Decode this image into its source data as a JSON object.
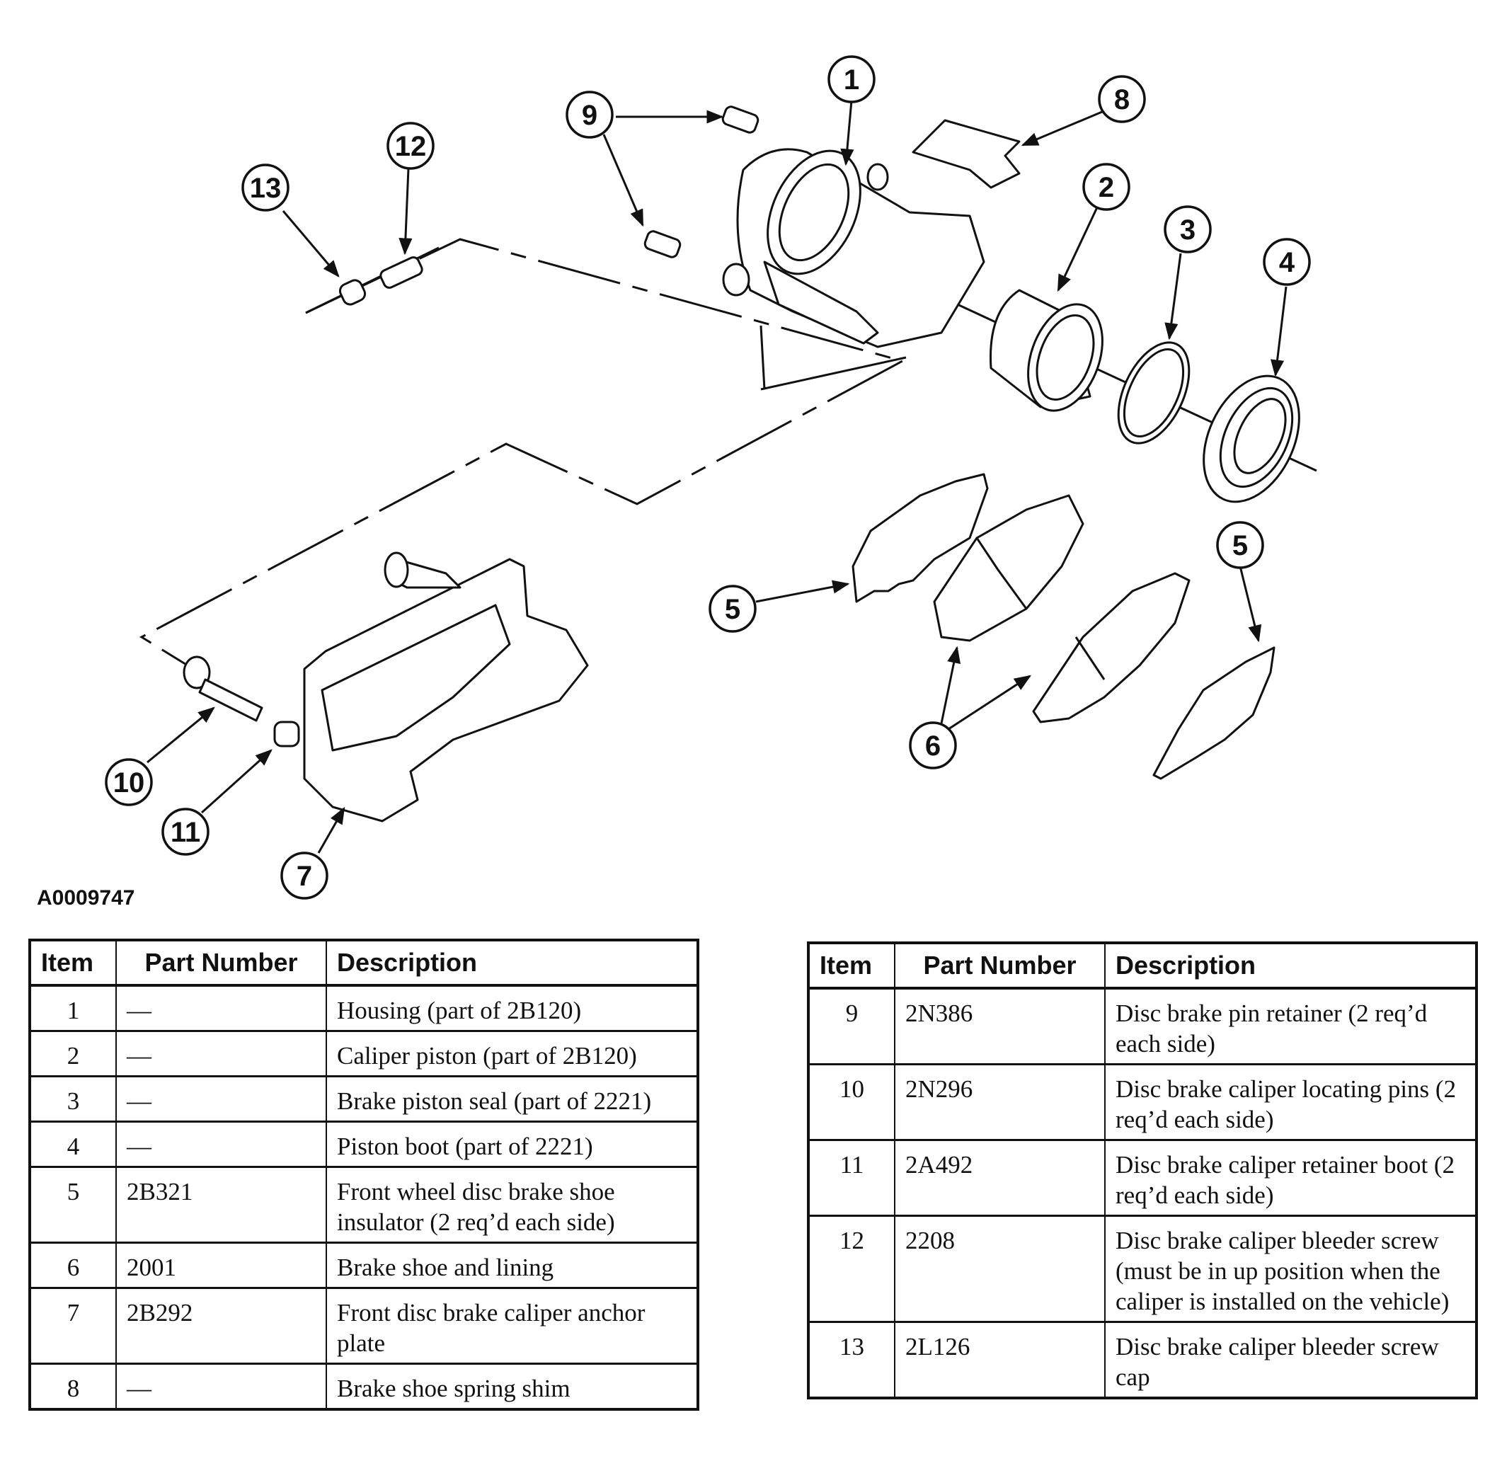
{
  "figure_id": "A0009747",
  "callouts": [
    "1",
    "2",
    "3",
    "4",
    "5",
    "6",
    "7",
    "8",
    "9",
    "10",
    "11",
    "12",
    "13"
  ],
  "table_left": {
    "headers": [
      "Item",
      "Part Number",
      "Description"
    ],
    "rows": [
      {
        "item": "1",
        "part": "—",
        "desc": "Housing (part of 2B120)"
      },
      {
        "item": "2",
        "part": "—",
        "desc": "Caliper piston (part of 2B120)"
      },
      {
        "item": "3",
        "part": "—",
        "desc": "Brake piston seal (part of 2221)"
      },
      {
        "item": "4",
        "part": "—",
        "desc": "Piston boot (part of 2221)"
      },
      {
        "item": "5",
        "part": "2B321",
        "desc": "Front wheel disc brake shoe insulator (2 req’d each side)"
      },
      {
        "item": "6",
        "part": "2001",
        "desc": "Brake shoe and lining"
      },
      {
        "item": "7",
        "part": "2B292",
        "desc": "Front disc brake caliper anchor plate"
      },
      {
        "item": "8",
        "part": "—",
        "desc": "Brake shoe spring shim"
      }
    ]
  },
  "table_right": {
    "headers": [
      "Item",
      "Part Number",
      "Description"
    ],
    "rows": [
      {
        "item": "9",
        "part": "2N386",
        "desc": "Disc brake pin retainer (2 req’d each side)"
      },
      {
        "item": "10",
        "part": "2N296",
        "desc": "Disc brake caliper locating pins (2 req’d each side)"
      },
      {
        "item": "11",
        "part": "2A492",
        "desc": "Disc brake caliper retainer boot (2 req’d each side)"
      },
      {
        "item": "12",
        "part": "2208",
        "desc": "Disc brake caliper bleeder screw (must be in up position when the caliper is installed on the vehicle)"
      },
      {
        "item": "13",
        "part": "2L126",
        "desc": "Disc brake caliper bleeder screw cap"
      }
    ]
  }
}
